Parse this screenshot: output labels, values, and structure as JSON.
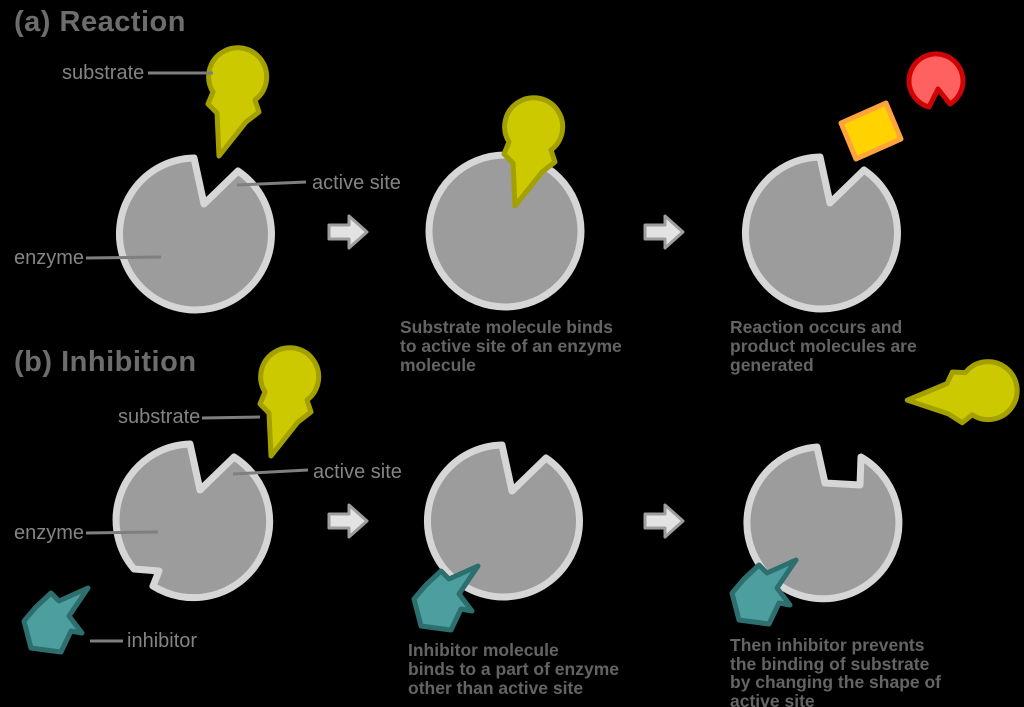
{
  "sections": {
    "a": {
      "title": "(a) Reaction",
      "labels": {
        "substrate": "substrate",
        "active_site": "active site",
        "enzyme": "enzyme"
      },
      "captions": {
        "step2": "Substrate molecule binds\nto active site of an enzyme\nmolecule",
        "step3": "Reaction occurs and\nproduct molecules are\ngenerated"
      }
    },
    "b": {
      "title": "(b) Inhibition",
      "labels": {
        "substrate": "substrate",
        "active_site": "active site",
        "enzyme": "enzyme",
        "inhibitor": "inhibitor"
      },
      "captions": {
        "step2": "Inhibitor molecule\nbinds to a part of enzyme\nother than active site",
        "step3": "Then inhibitor prevents\nthe binding of substrate\nby changing the shape of\nactive site"
      }
    }
  },
  "icons": {
    "enzyme": "gray-circle-with-notched-active-site",
    "substrate": "yellow-keyhole-molecule",
    "inhibitor": "teal-arrow-molecule",
    "products": [
      "orange-diamond-molecule",
      "red-notched-round-molecule"
    ],
    "step_arrow": "right-block-arrow"
  },
  "colors": {
    "background": "#000000",
    "enzyme_fill": "#9c9c9c",
    "enzyme_border": "#d6d6d6",
    "substrate_fill": "#ccc900",
    "substrate_border": "#a3a000",
    "inhibitor_fill": "#4d9f9f",
    "inhibitor_border": "#2d6f6f",
    "product_diamond_fill": "#ffd200",
    "product_diamond_border": "#ffa43c",
    "product_round_fill": "#ff6161",
    "product_round_border": "#cf0505",
    "arrow_fill": "#e3e3e3",
    "arrow_border": "#9e9e9e",
    "label_text": "#848484",
    "heading_text": "#6d6d6d",
    "caption_text": "#646464"
  }
}
